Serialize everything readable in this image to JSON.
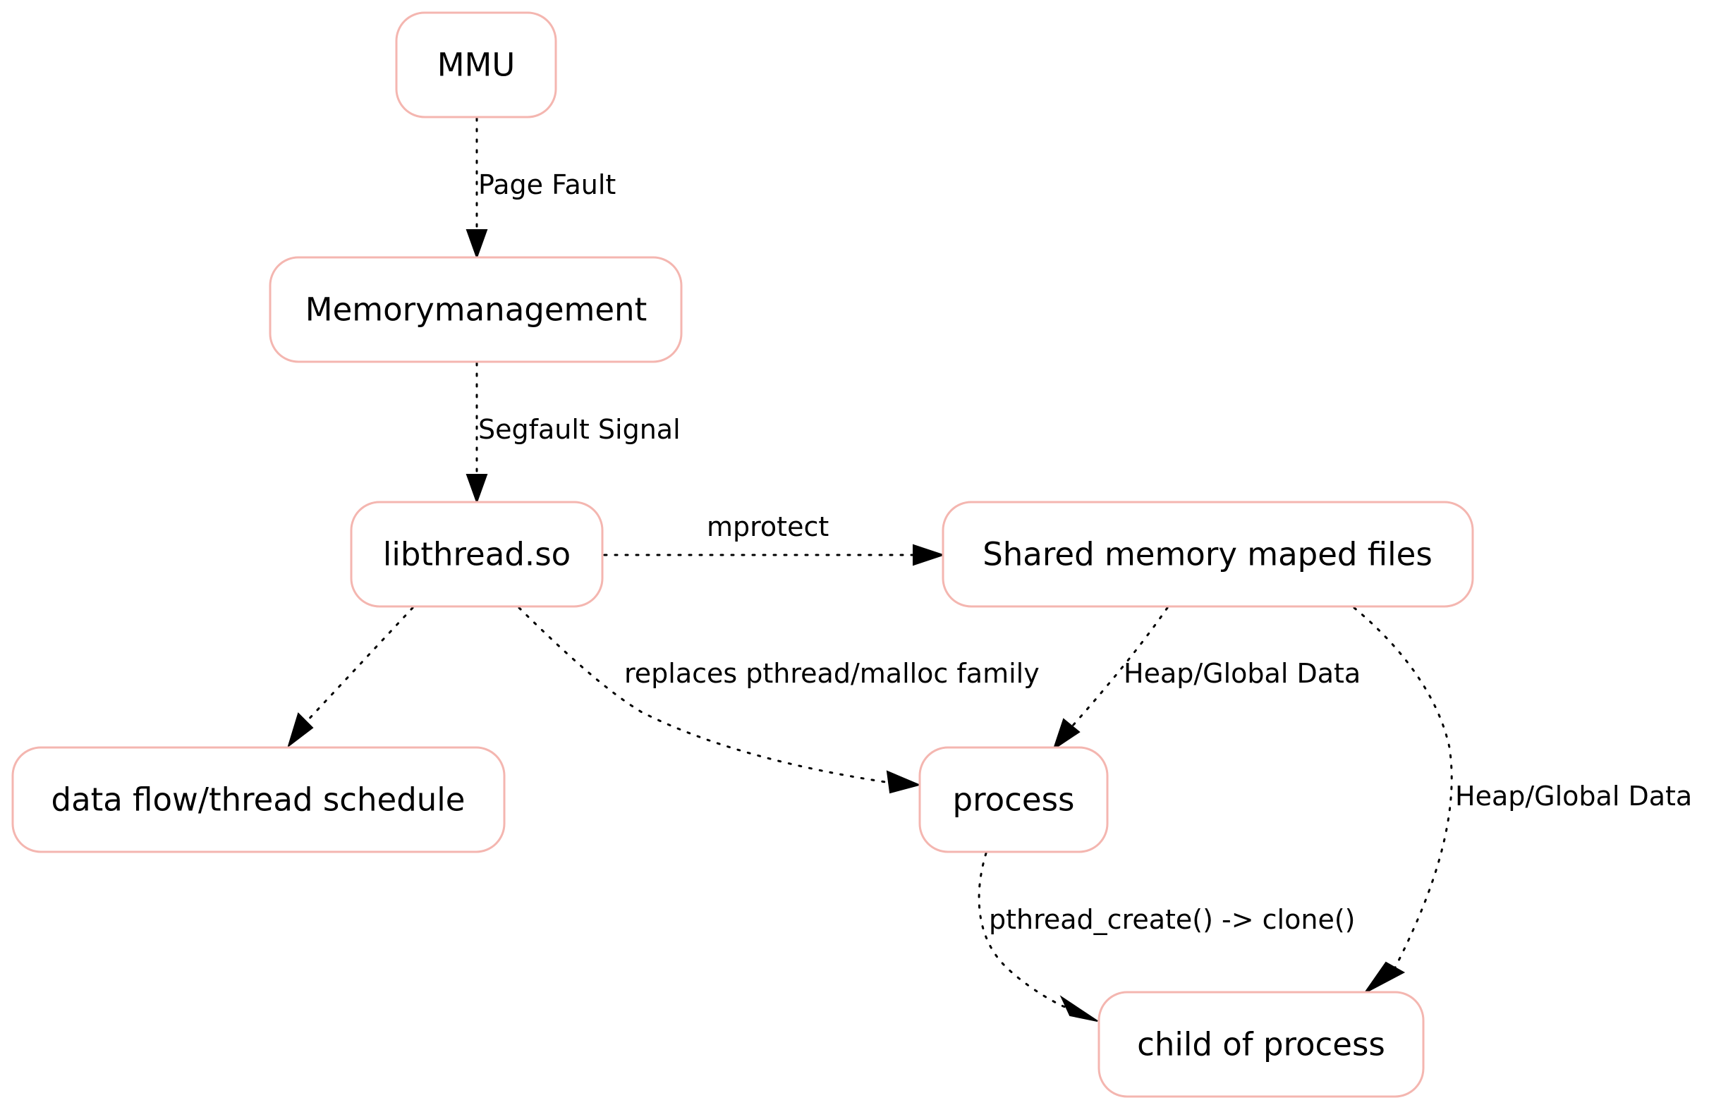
{
  "nodes": {
    "mmu": "MMU",
    "memorymanagement": "Memorymanagement",
    "libthread": "libthread.so",
    "shared": "Shared memory maped files",
    "dataflow": "data flow/thread schedule",
    "process": "process",
    "child": "child of process"
  },
  "edges": {
    "page_fault": "Page Fault",
    "segfault": "Segfault Signal",
    "mprotect": "mprotect",
    "replaces": "replaces pthread/malloc family",
    "heap_process": "Heap/Global Data",
    "heap_child": "Heap/Global Data",
    "pthread_create": "pthread_create() -> clone()"
  },
  "colors": {
    "node_border": "#f4b6b0",
    "edge": "#000000",
    "background": "#ffffff"
  }
}
